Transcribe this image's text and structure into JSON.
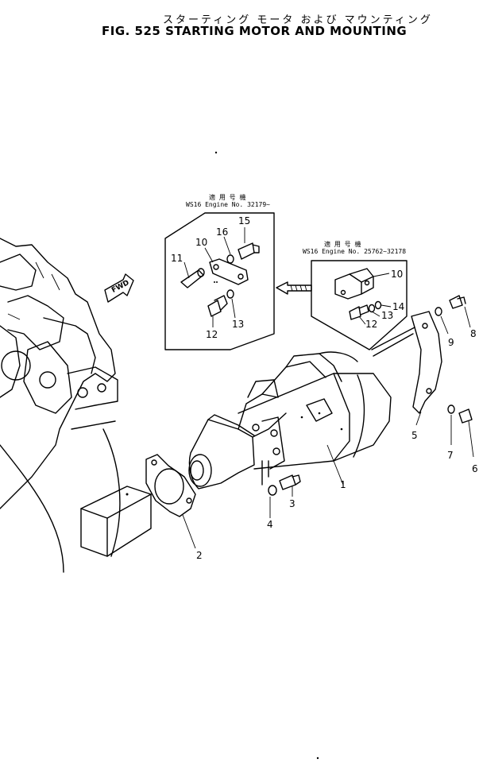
{
  "title": {
    "japanese": "スターティング モータ および マウンティング",
    "english": "FIG. 525  STARTING MOTOR AND MOUNTING"
  },
  "direction_marker": "FWD",
  "detail_boxes": [
    {
      "header_jp": "適 用 号 機",
      "header_serial": "WS16  Engine  No. 32179~",
      "callouts": [
        "15",
        "16",
        "10",
        "11",
        "12",
        "13"
      ]
    },
    {
      "header_jp": "適 用 号 機",
      "header_serial": "WS16  Engine  No. 25762~32178",
      "callouts": [
        "10",
        "14",
        "13",
        "12"
      ]
    }
  ],
  "main_callouts": [
    "1",
    "2",
    "3",
    "4",
    "5",
    "6",
    "7",
    "8",
    "9"
  ]
}
